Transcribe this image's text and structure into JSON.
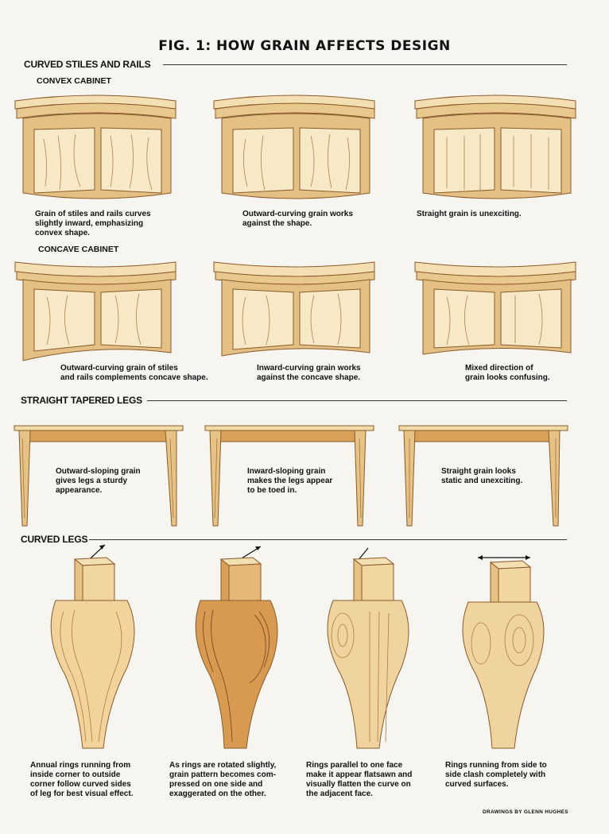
{
  "title": "FIG. 1: HOW GRAIN AFFECTS DESIGN",
  "sections": {
    "curved": {
      "heading": "CURVED STILES AND RAILS",
      "convex": {
        "heading": "CONVEX CABINET",
        "captions": [
          "Grain of stiles and rails curves\nslightly inward, emphasizing\nconvex shape.",
          "Outward-curving grain works\nagainst the shape.",
          "Straight grain is unexciting."
        ]
      },
      "concave": {
        "heading": "CONCAVE CABINET",
        "captions": [
          "Outward-curving grain of stiles\nand rails complements concave shape.",
          "Inward-curving grain works\nagainst the concave shape.",
          "Mixed direction of\ngrain looks confusing."
        ]
      }
    },
    "tapered": {
      "heading": "STRAIGHT TAPERED LEGS",
      "captions": [
        "Outward-sloping grain\ngives legs a sturdy\nappearance.",
        "Inward-sloping grain\nmakes the legs appear\nto be toed in.",
        "Straight grain looks\nstatic and unexciting."
      ]
    },
    "curved_legs": {
      "heading": "CURVED LEGS",
      "captions": [
        "Annual rings running from\ninside corner to outside\ncorner follow curved sides\nof leg for best visual effect.",
        "As rings are rotated slightly,\ngrain pattern becomes com-\npressed on one side and\nexaggerated on the other.",
        "Rings parallel to one face\nmake it appear flatsawn and\nvisually flatten the curve on\nthe adjacent face.",
        "Rings running from side to\nside clash completely with\ncurved surfaces."
      ]
    }
  },
  "credit": "DRAWINGS BY GLENN HUGHES",
  "colors": {
    "wood_light": "#f1dca8",
    "wood_mid": "#e7c285",
    "wood_dark": "#c98a45",
    "grain": "#9a6a3a",
    "ink": "#111111"
  }
}
